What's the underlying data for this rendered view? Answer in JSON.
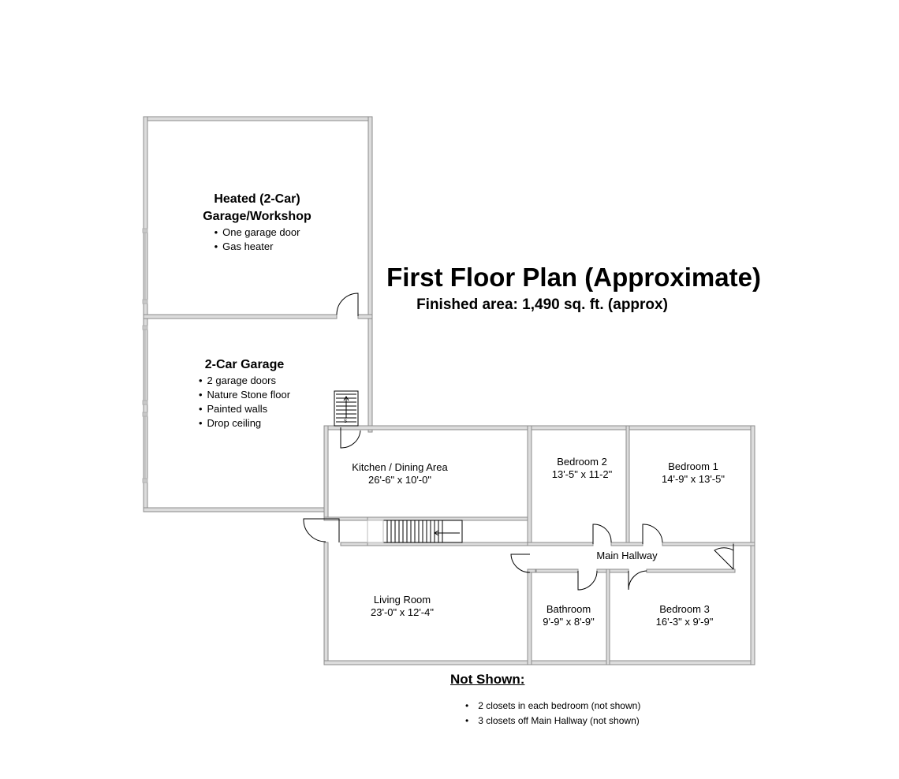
{
  "title": "First Floor Plan (Approximate)",
  "subtitle": "Finished area: 1,490 sq. ft. (approx)",
  "rooms": {
    "heated_garage": {
      "name_line1": "Heated (2-Car)",
      "name_line2": "Garage/Workshop",
      "features": [
        "One garage door",
        "Gas heater"
      ]
    },
    "garage": {
      "name": "2-Car Garage",
      "features": [
        "2 garage doors",
        "Nature Stone floor",
        "Painted walls",
        "Drop ceiling"
      ]
    },
    "kitchen": {
      "name": "Kitchen / Dining Area",
      "dims": "26'-6\" x 10'-0\""
    },
    "bedroom2": {
      "name": "Bedroom 2",
      "dims": "13'-5\" x 11-2\""
    },
    "bedroom1": {
      "name": "Bedroom 1",
      "dims": "14'-9\" x 13'-5\""
    },
    "hallway": {
      "name": "Main Hallway"
    },
    "living": {
      "name": "Living Room",
      "dims": "23'-0\" x 12'-4\""
    },
    "bathroom": {
      "name": "Bathroom",
      "dims": "9'-9\" x 8'-9\""
    },
    "bedroom3": {
      "name": "Bedroom 3",
      "dims": "16'-3\" x 9'-9\""
    }
  },
  "not_shown": {
    "heading": "Not Shown:",
    "items": [
      "2 closets in each bedroom (not shown)",
      "3 closets off Main Hallway (not shown)"
    ]
  },
  "stairs_mark": "S",
  "colors": {
    "wall": "#909090",
    "wall_fill": "#dcdcdc",
    "ink": "#000000"
  }
}
